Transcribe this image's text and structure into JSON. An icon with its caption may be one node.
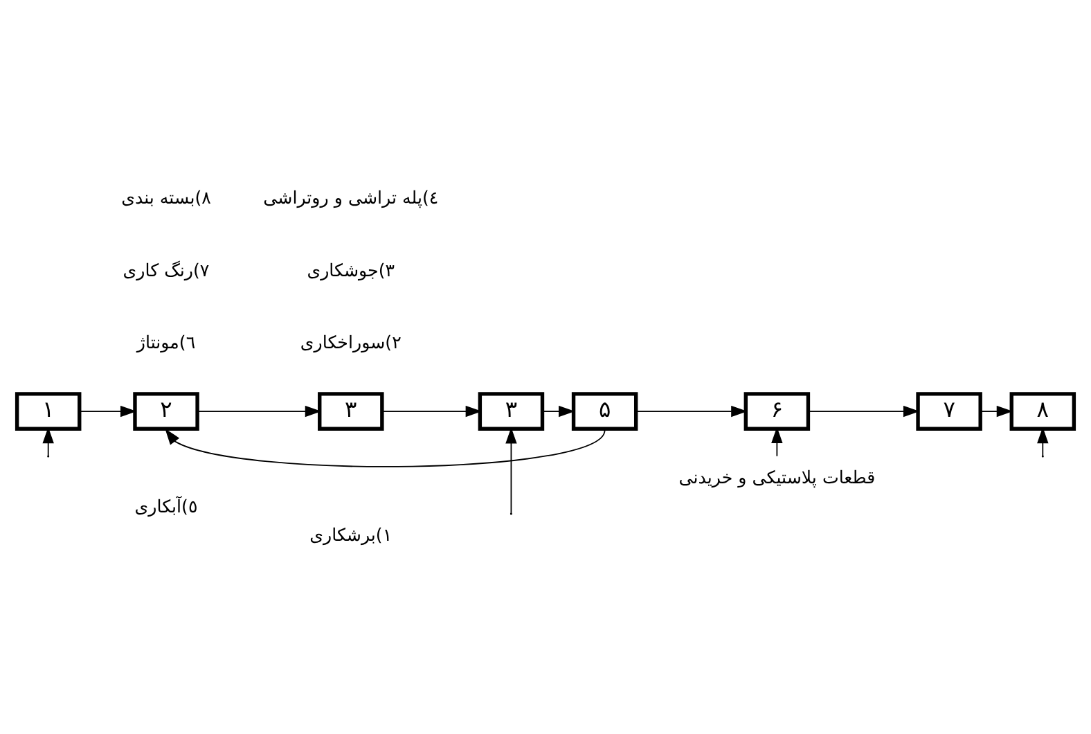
{
  "diagram": {
    "nodes": [
      {
        "text": [
          "۱"
        ]
      },
      {
        "text": [
          "۲"
        ]
      },
      {
        "text": [
          "۳"
        ]
      },
      {
        "text": [
          "۳"
        ]
      },
      {
        "text": [
          "۵"
        ]
      },
      {
        "text": [
          "۶"
        ]
      },
      {
        "text": [
          "۷"
        ]
      },
      {
        "text": [
          "۸"
        ]
      },
      {
        "text": [
          "قطعات پلاستیکی و خریدنی"
        ]
      }
    ],
    "edges": [
      {
        "from": null,
        "to": 0,
        "arrow": "to"
      },
      {
        "from": null,
        "to": 3,
        "arrow": "to"
      },
      {
        "from": null,
        "to": 7,
        "arrow": "to"
      },
      {
        "from": 0,
        "to": 1,
        "arrow": "to"
      },
      {
        "from": 1,
        "to": 2,
        "arrow": "to"
      },
      {
        "from": 2,
        "to": 3,
        "arrow": "to"
      },
      {
        "from": 3,
        "to": 4,
        "arrow": "to"
      },
      {
        "from": 4,
        "to": 5,
        "arrow": "to"
      },
      {
        "from": 5,
        "to": 6,
        "arrow": "to"
      },
      {
        "from": 6,
        "to": 7,
        "arrow": "to"
      },
      {
        "from": 4,
        "to": 1,
        "arrow": "to"
      },
      {
        "from": 8,
        "to": 5,
        "arrow": "to"
      }
    ],
    "labels": [
      "١)برشکاری",
      "٥)آبکاری",
      "٢)سوراخکاری",
      "٦)مونتاژ",
      "٣)جوشکاری",
      "٧)رنگ کاری",
      "٤)پله تراشی و روتراشی",
      "٨)بسته بندی"
    ]
  }
}
